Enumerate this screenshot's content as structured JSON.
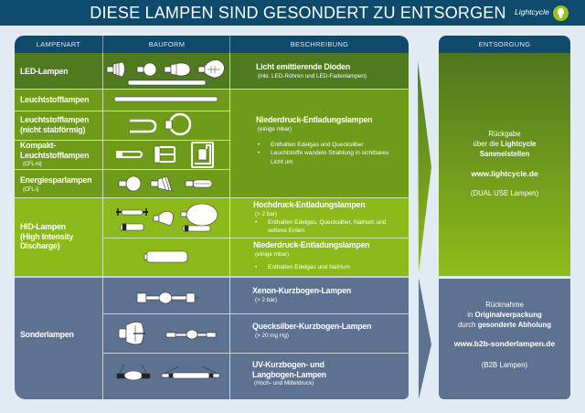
{
  "header": {
    "title": "DIESE LAMPEN SIND GESONDERT ZU ENTSORGEN",
    "logo_text": "Lightcycle",
    "logo_icon": "lightbulb-pin-icon"
  },
  "table": {
    "columns": [
      "LAMPENART",
      "BAUFORM",
      "BESCHREIBUNG"
    ],
    "rows": [
      {
        "label": "LED-Lampen",
        "sub": "",
        "shapes": "led-lamp-shapes"
      },
      {
        "label": "Leuchtstofflampen",
        "sub": "",
        "shapes": "fluorescent-tube-shape"
      },
      {
        "label": "Leuchtstofflampen",
        "label2": "(nicht stabförmig)",
        "sub": "",
        "shapes": "u-tube-and-ring-shapes"
      },
      {
        "label": "Kompakt-",
        "label2": "Leuchtstofflampen",
        "sub": "(CFL-ni)",
        "shapes": "compact-fluorescent-shapes"
      },
      {
        "label": "Energiesparlampen",
        "sub": "(CFL-i)",
        "shapes": "energy-saving-shapes"
      },
      {
        "label": "HID-Lampen",
        "label2": "(High Intensity",
        "label3": "Discharge)",
        "shapes": "hid-lamp-shapes"
      },
      {
        "label": "Sonderlampen",
        "shapes": "special-lamp-shapes"
      }
    ],
    "descriptions": {
      "led": {
        "title": "Licht emittierende Dioden",
        "sub": "(inkl. LED-Röhren und LED-Fadenlampen)"
      },
      "fluorescent": {
        "title": "Niederdruck-Entladungslampen",
        "sub": "(einige mbar)",
        "bullets": [
          "Enthalten Edelgas und Quecksilber",
          "Leuchtstoffe wandeln Strahlung in sichtbares Licht um"
        ]
      },
      "hid_high": {
        "title": "Hochdruck-Entladungslampen",
        "sub": "(> 2 bar)",
        "bullets": [
          "Enthalten Edelgas, Quecksilber, Natrium und seltene Erden"
        ]
      },
      "hid_low": {
        "title": "Niederdruck-Entladungslampen",
        "sub": "(einige mbar)",
        "bullets": [
          "Enthalten Edelgas und Natrium"
        ]
      },
      "xenon": {
        "title": "Xenon-Kurzbogen-Lampen",
        "sub": "(> 2 bar)"
      },
      "mercury": {
        "title": "Quecksilber-Kurzbogen-Lampen",
        "sub": "(> 20 mg Hg)"
      },
      "uv": {
        "title": "UV-Kurzbogen- und",
        "title2": "Langbogen-Lampen",
        "sub": "(Hoch- und Mitteldruck)"
      }
    }
  },
  "disposal": {
    "header": "ENTSORGUNG",
    "green_panel": {
      "line1": "Rückgabe",
      "line2_pre": "über die ",
      "line2_bold": "Lightcycle",
      "line3": "Sammelstellen",
      "url": "www.lightcycle.de",
      "note": "(DUAL USE Lampen)"
    },
    "slate_panel": {
      "line1": "Rücknahme",
      "line2_pre": "in ",
      "line2_bold": "Originalverpackung",
      "line3_pre": "durch ",
      "line3_bold": "gesonderte Abholung",
      "url": "www.b2b-sonderlampen.de",
      "note": "(B2B Lampen)"
    }
  },
  "colors": {
    "navy": "#0e4a6c",
    "background": "#e1ebf4",
    "led_green": "#507a1f",
    "fluorescent_green": "#6f9b1a",
    "hid_green": "#8cba1b",
    "special_slate": "#5c7290"
  }
}
